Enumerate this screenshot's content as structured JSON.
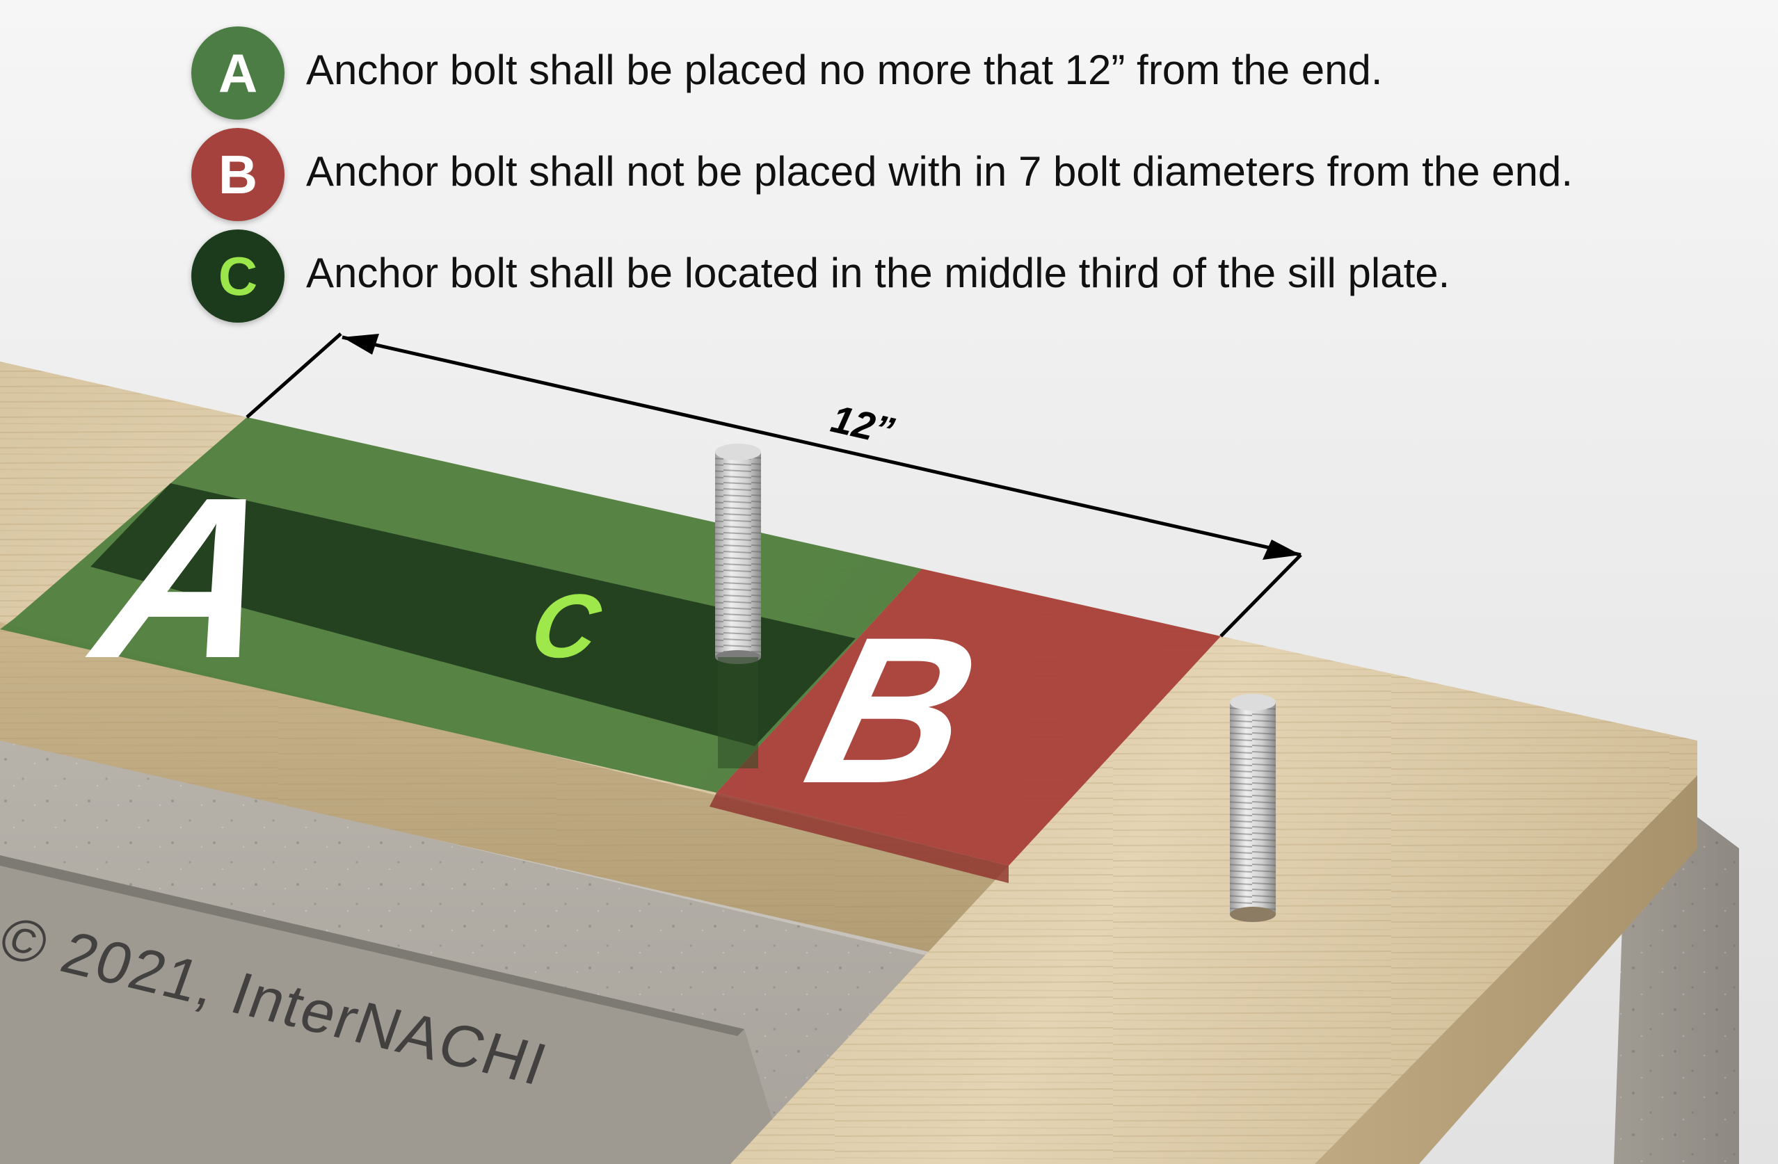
{
  "legend": [
    {
      "letter": "A",
      "text": "Anchor bolt shall be placed no more that 12” from the end.",
      "badge_color": "#4b7d45",
      "letter_color": "#ffffff"
    },
    {
      "letter": "B",
      "text": "Anchor bolt shall not be placed with in 7 bolt diameters from the end.",
      "badge_color": "#a5423e",
      "letter_color": "#ffffff"
    },
    {
      "letter": "C",
      "text": "Anchor bolt shall be located in the middle third of the sill plate.",
      "badge_color": "#1c3b1c",
      "letter_color": "#9be64a"
    }
  ],
  "diagram": {
    "dimension_label": "12”",
    "zone_labels": {
      "a": "A",
      "b": "B",
      "c": "C"
    },
    "colors": {
      "zone_a": "#4f7f3f",
      "zone_b": "#a9403a",
      "zone_c": "#1f3d1d",
      "c_label": "#9ee84c",
      "wood": "#dcc9a3",
      "concrete": "#b9b5ae"
    }
  },
  "watermark": "© 2021, InterNACHI"
}
